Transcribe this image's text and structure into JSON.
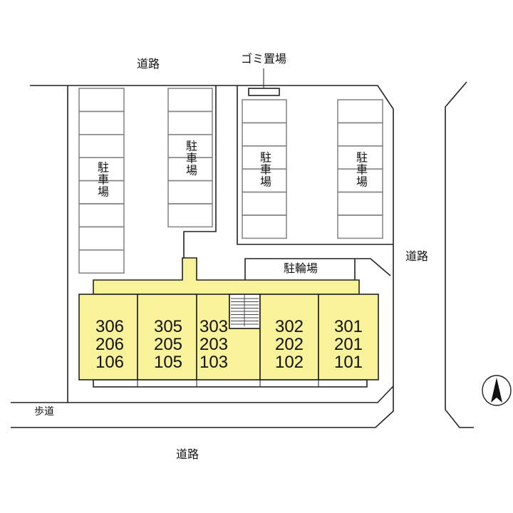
{
  "labels": {
    "road_top": "道路",
    "road_right": "道路",
    "road_bottom": "道路",
    "garbage": "ゴミ置場",
    "bike_parking": "駐輪場",
    "sidewalk": "歩道",
    "parking": [
      "駐車場",
      "駐車場",
      "駐車場",
      "駐車場"
    ]
  },
  "units": [
    [
      "306",
      "206",
      "106"
    ],
    [
      "305",
      "205",
      "105"
    ],
    [
      "303",
      "203",
      "103"
    ],
    [
      "302",
      "202",
      "102"
    ],
    [
      "301",
      "201",
      "101"
    ]
  ],
  "parking_slot_counts": [
    8,
    6,
    6,
    6
  ],
  "colors": {
    "building": "#f8f29a",
    "line": "#222222",
    "slot_line": "#888888"
  }
}
